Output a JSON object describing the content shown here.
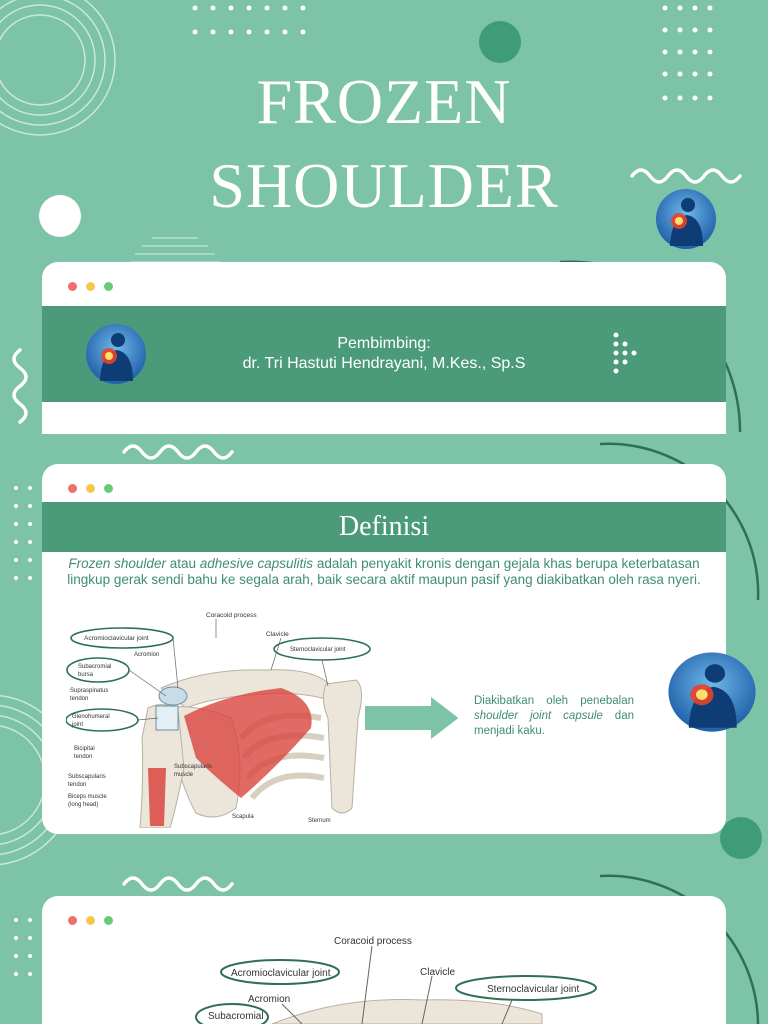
{
  "title": {
    "line1": "FROZEN",
    "line2": "SHOULDER"
  },
  "colors": {
    "background": "#7cc3a8",
    "banner": "#4b9b7a",
    "text_green": "#3e8f6c",
    "dot_red": "#f26d6d",
    "dot_yellow": "#f5c84c",
    "dot_green": "#66cc7a"
  },
  "pembimbing": {
    "label": "Pembimbing:",
    "name": "dr. Tri Hastuti Hendrayani, M.Kes., Sp.S"
  },
  "definisi": {
    "heading": "Definisi",
    "term1": "Frozen shoulder",
    "connector": " atau ",
    "term2": "adhesive capsulitis",
    "body": " adalah penyakit kronis dengan gejala khas berupa keterbatasan lingkup gerak sendi bahu ke segala arah, baik secara aktif maupun pasif yang diakibatkan oleh rasa nyeri.",
    "note_prefix": "Diakibatkan oleh penebalan ",
    "note_term": "shoulder joint capsule",
    "note_suffix": " dan menjadi kaku."
  },
  "anatomy_labels": {
    "coracoid": "Coracoid process",
    "acromioclavicular": "Acromioclavicular joint",
    "acromion": "Acromion",
    "clavicle": "Clavicle",
    "sternoclavicular": "Sternoclavicular joint",
    "subacromial_1": "Subacromial",
    "subacromial_2": "bursa",
    "supraspinatus_1": "Supraspinatus",
    "supraspinatus_2": "tendon",
    "glenohumeral_1": "Glenohumeral",
    "glenohumeral_2": "joint",
    "bicipital_1": "Bicipital",
    "bicipital_2": "tendon",
    "subscapularis_t1": "Subscapularis",
    "subscapularis_t2": "tendon",
    "subscapularis_m1": "Subscapularis",
    "subscapularis_m2": "muscle",
    "biceps_1": "Biceps muscle",
    "biceps_2": "(long head)",
    "scapula": "Scapula",
    "sternum": "Sternum"
  },
  "icons": [
    "shoulder-pain-icon",
    "play-arrow-icon",
    "arrow-right-icon"
  ]
}
